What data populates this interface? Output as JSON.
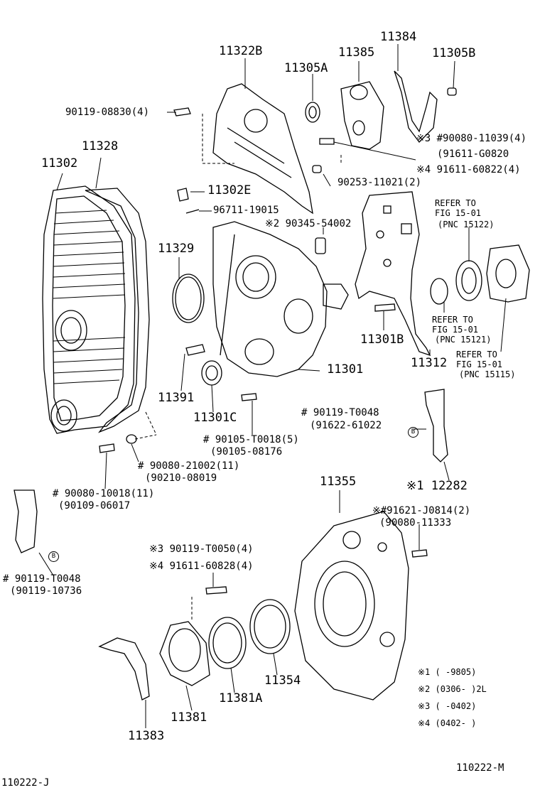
{
  "labels": {
    "p11384": "11384",
    "p11322B": "11322B",
    "p11385": "11385",
    "p11305A": "11305A",
    "p11305B": "11305B",
    "p90119_08830": "90119-08830(4)",
    "p11328": "11328",
    "p11302": "11302",
    "p90080_11039": "※3 #90080-11039(4)",
    "p91611_G0820": "(91611-G0820",
    "p91611_60822": "※4 91611-60822(4)",
    "p90253": "90253-11021(2)",
    "p11302E": "11302E",
    "p96711": "96711-19015",
    "p90345": "※2 90345-54002",
    "refer1": "REFER TO",
    "fig1": "FIG 15-01",
    "pnc1": "(PNC 15122)",
    "p11329": "11329",
    "refer2": "REFER TO",
    "fig2": "FIG 15-01",
    "pnc2": "(PNC 15121)",
    "p11301B": "11301B",
    "refer3": "REFER TO",
    "fig3": "FIG 15-01",
    "pnc3": "(PNC 15115)",
    "p11312": "11312",
    "p11301": "11301",
    "p11391": "11391",
    "p11301C": "11301C",
    "p90119_T0048a": "# 90119-T0048",
    "p91622": "(91622-61022",
    "p90105_T0018": "# 90105-T0018(5)",
    "p90105_08176": "(90105-08176",
    "p90080_21002": "# 90080-21002(11)",
    "p90210": "(90210-08019",
    "p12282": "※1 12282",
    "p90080_10018": "# 90080-10018(11)",
    "p90109": "(90109-06017",
    "p11355": "11355",
    "p91621": "※#91621-J0814(2)",
    "p90080_11333": "(90080-11333",
    "p90119_T0050": "※3 90119-T0050(4)",
    "p91611_60828": "※4 91611-60828(4)",
    "p90119_T0048b": "# 90119-T0048",
    "p90119_10736": "(90119-10736",
    "p11354": "11354",
    "p11381A": "11381A",
    "p11381": "11381",
    "p11383": "11383",
    "circB": "B",
    "notes": [
      {
        "mark": "※1",
        "text": "(     -9805)"
      },
      {
        "mark": "※2",
        "text": "(0306-     )2L"
      },
      {
        "mark": "※3",
        "text": "(     -0402)"
      },
      {
        "mark": "※4",
        "text": "(0402-      )"
      }
    ],
    "footer_left": "110222-J",
    "footer_right": "110222-M"
  }
}
